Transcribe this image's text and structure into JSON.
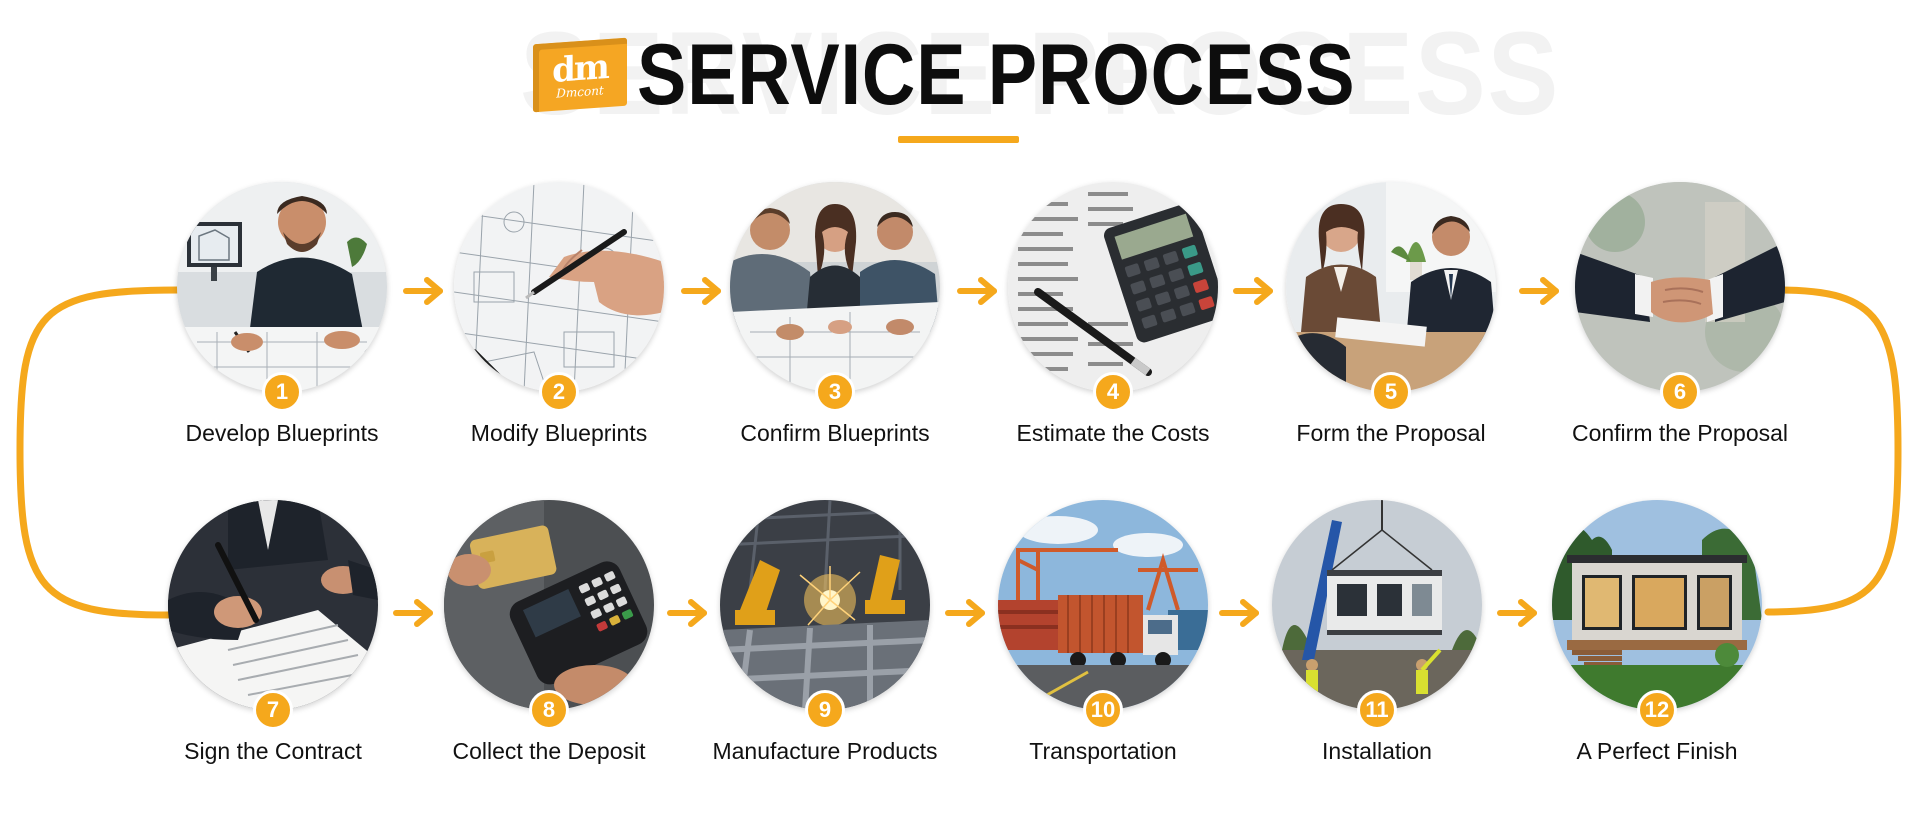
{
  "header": {
    "title": "SERVICE PROCESS",
    "watermark": "SERVICE PROCESS",
    "logo_mark": "dm",
    "logo_name": "Dmcont"
  },
  "colors": {
    "accent": "#f5a81c",
    "text": "#111111",
    "background": "#ffffff"
  },
  "steps": [
    {
      "number": "1",
      "label": "Develop Blueprints",
      "icon": "designer-at-desk-photo"
    },
    {
      "number": "2",
      "label": "Modify Blueprints",
      "icon": "hand-drawing-blueprint-photo"
    },
    {
      "number": "3",
      "label": "Confirm Blueprints",
      "icon": "team-reviewing-plans-photo"
    },
    {
      "number": "4",
      "label": "Estimate the Costs",
      "icon": "calculator-spreadsheet-photo"
    },
    {
      "number": "5",
      "label": "Form the Proposal",
      "icon": "business-meeting-photo"
    },
    {
      "number": "6",
      "label": "Confirm the Proposal",
      "icon": "handshake-photo"
    },
    {
      "number": "7",
      "label": "Sign the Contract",
      "icon": "signing-contract-photo"
    },
    {
      "number": "8",
      "label": "Collect the Deposit",
      "icon": "card-payment-terminal-photo"
    },
    {
      "number": "9",
      "label": "Manufacture Products",
      "icon": "robotic-welding-factory-photo"
    },
    {
      "number": "10",
      "label": "Transportation",
      "icon": "container-truck-port-photo"
    },
    {
      "number": "11",
      "label": "Installation",
      "icon": "crane-lifting-module-photo"
    },
    {
      "number": "12",
      "label": "A Perfect Finish",
      "icon": "finished-modular-house-photo"
    }
  ]
}
